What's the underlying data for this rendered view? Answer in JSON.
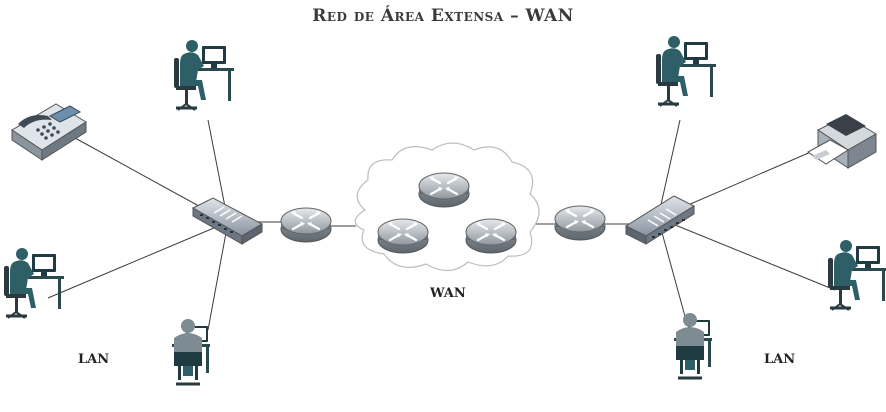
{
  "title": "Red de Área Extensa – WAN",
  "labels": {
    "wan": "WAN",
    "lan_left": "LAN",
    "lan_right": "LAN"
  },
  "colors": {
    "person": "#2e5f66",
    "router": "#9aa1a6",
    "switch": "#8d97a3",
    "line": "#3c3c3c",
    "cloud": "#b9bec4"
  },
  "icons": [
    "workstation-user-icon",
    "phone-fax-icon",
    "printer-icon",
    "switch-icon",
    "router-icon",
    "cloud-icon"
  ]
}
